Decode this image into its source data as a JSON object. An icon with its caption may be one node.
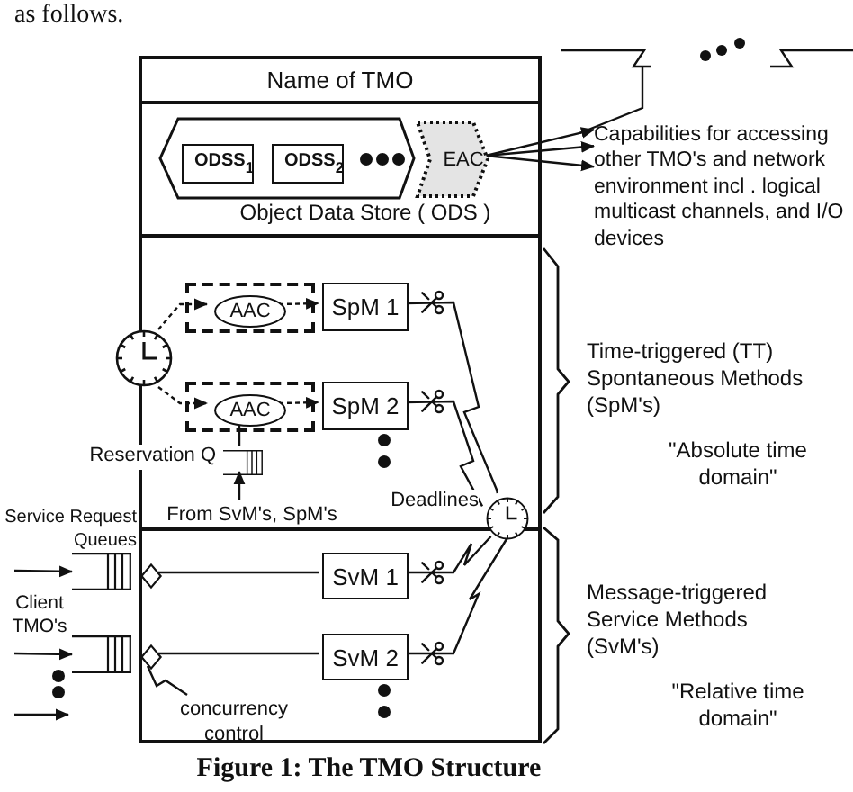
{
  "diagram": {
    "caption": "Figure 1:  The TMO Structure",
    "nodes": [
      {
        "text": [
          "Name of TMO"
        ]
      },
      {
        "text": [],
        "shape": "hexagon",
        "in": 0
      },
      {
        "text": [
          "ODSS$_{1}$"
        ],
        "in": 1
      },
      {
        "text": [
          "ODSS$_{2}$"
        ],
        "in": 1
      },
      {
        "text": [
          "EAC"
        ],
        "in": 0
      },
      {
        "text": [
          "Capabilities for accessing other TMO's and network environment incl . logical multicast channels, and I/O devices"
        ]
      },
      {
        "text": [],
        "shape": "box",
        "in": 0
      },
      {
        "text": [
          "AAC"
        ],
        "in": 6
      },
      {
        "text": [
          "SpM 1"
        ],
        "in": 0
      },
      {
        "text": [],
        "shape": "box",
        "in": 0
      },
      {
        "text": [
          "AAC"
        ],
        "in": 9
      },
      {
        "text": [
          "SpM 2"
        ],
        "in": 0
      },
      {
        "text": [],
        "shape": "clock"
      },
      {
        "text": [],
        "shape": "queue",
        "in": 0,
        "beside": [
          "Reservation Q"
        ]
      },
      {
        "text": [
          "From SvM's, SpM's"
        ],
        "in": 0
      },
      {
        "text": [],
        "shape": "clock",
        "in": 0,
        "beside": [
          "Deadlines"
        ]
      },
      {
        "text": [
          "SvM 1"
        ],
        "in": 0
      },
      {
        "text": [
          "SvM 2"
        ],
        "in": 0
      },
      {
        "text": [],
        "shape": "queue"
      },
      {
        "text": [],
        "shape": "queue"
      },
      {
        "text": [],
        "shape": "diamond",
        "in": 0
      },
      {
        "text": [],
        "shape": "diamond",
        "in": 0
      },
      {
        "text": [
          "concurrency control"
        ],
        "in": 0
      }
    ],
    "edges": [
      {
        "from": 12,
        "to": 7,
        "arrow": "to",
        "style": "dashed"
      },
      {
        "from": 12,
        "to": 10,
        "arrow": "to",
        "style": "dashed"
      },
      {
        "from": 7,
        "to": 8,
        "arrow": "to",
        "style": "dashed"
      },
      {
        "from": 10,
        "to": 11,
        "arrow": "to",
        "style": "dashed"
      },
      {
        "from": 14,
        "to": 13,
        "arrow": "to"
      },
      {
        "from": 13,
        "to": 10,
        "arrow": "none"
      },
      {
        "from": 8,
        "to": 15,
        "arrow": "none"
      },
      {
        "from": 11,
        "to": 15,
        "arrow": "none"
      },
      {
        "from": 16,
        "to": 15,
        "arrow": "none"
      },
      {
        "from": 17,
        "to": 15,
        "arrow": "none"
      },
      {
        "from": null,
        "to": 18,
        "arrow": "to"
      },
      {
        "from": null,
        "to": 19,
        "arrow": "to"
      },
      {
        "from": 20,
        "to": 16,
        "arrow": "none"
      },
      {
        "from": 21,
        "to": 17,
        "arrow": "none"
      },
      {
        "from": 22,
        "to": 21,
        "arrow": "none"
      },
      {
        "from": 4,
        "to": 5,
        "arrow": "to"
      },
      {
        "from": 4,
        "to": 5,
        "arrow": "to"
      },
      {
        "from": 4,
        "to": 5,
        "arrow": "to"
      }
    ],
    "labels": [
      "as follows.",
      "Object Data Store ( ODS )",
      "Service Request Queues",
      "Client TMO's",
      "Time-triggered (TT) Spontaneous Methods (SpM's)",
      "\"Absolute time domain\"",
      "Message-triggered Service Methods (SvM's)",
      "\"Relative time domain\""
    ]
  }
}
